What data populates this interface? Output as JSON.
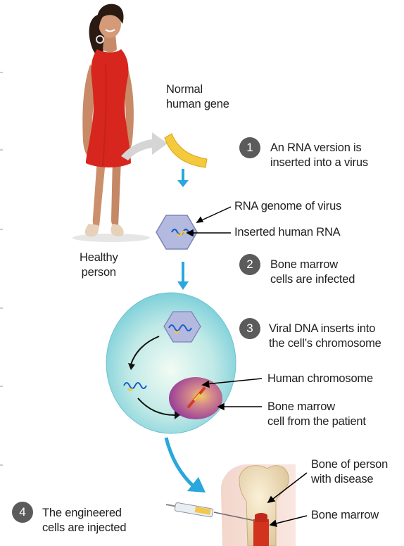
{
  "labels": {
    "normal_gene": [
      "Normal",
      "human gene"
    ],
    "healthy_person": [
      "Healthy",
      "person"
    ],
    "rna_genome": "RNA genome of virus",
    "inserted_rna": "Inserted human RNA",
    "human_chromosome": "Human chromosome",
    "bone_marrow_cell": [
      "Bone marrow",
      "cell from the patient"
    ],
    "bone_of_person": [
      "Bone of person",
      "with disease"
    ],
    "bone_marrow": "Bone marrow"
  },
  "steps": [
    {
      "number": "1",
      "text": [
        "An RNA version is",
        "inserted into a virus"
      ]
    },
    {
      "number": "2",
      "text": [
        "Bone marrow",
        "cells are infected"
      ]
    },
    {
      "number": "3",
      "text": [
        "Viral DNA inserts into",
        "the cell’s chromosome"
      ]
    },
    {
      "number": "4",
      "text": [
        "The engineered",
        "cells are injected"
      ]
    }
  ],
  "colors": {
    "dress": "#d7261e",
    "gene": "#f5c93c",
    "arrow": "#2aa7dc",
    "cell": "#8fd8df",
    "nucleus": "#a54a9a",
    "virus": "#b4b9e0",
    "badge": "#5b5b5b"
  }
}
